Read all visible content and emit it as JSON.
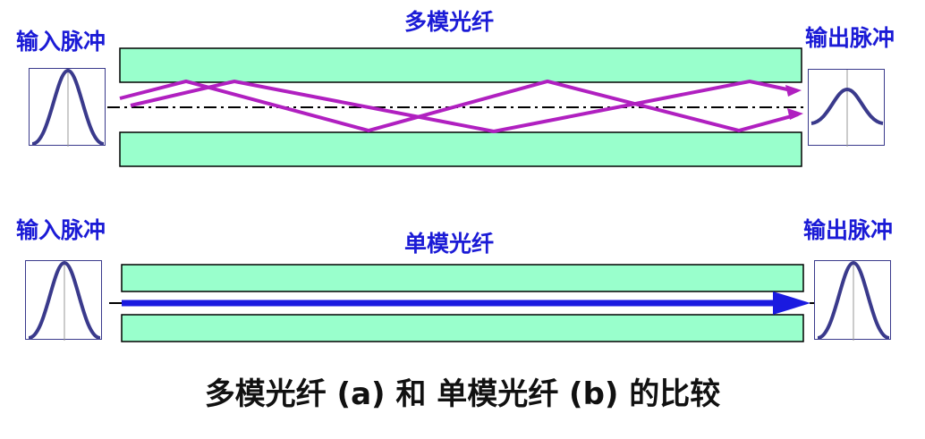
{
  "multimode": {
    "title": "多模光纤",
    "input_label": "输入脉冲",
    "output_label": "输出脉冲"
  },
  "singlemode": {
    "title": "单模光纤",
    "input_label": "输入脉冲",
    "output_label": "输出脉冲"
  },
  "caption": "多模光纤 (a) 和 单模光纤 (b) 的比较",
  "colors": {
    "cladding": "#99ffcc",
    "ray": "#b020c0",
    "arrow": "#1a1ae0",
    "label": "#1b1bd6",
    "pulse": "#3a3a8c"
  }
}
